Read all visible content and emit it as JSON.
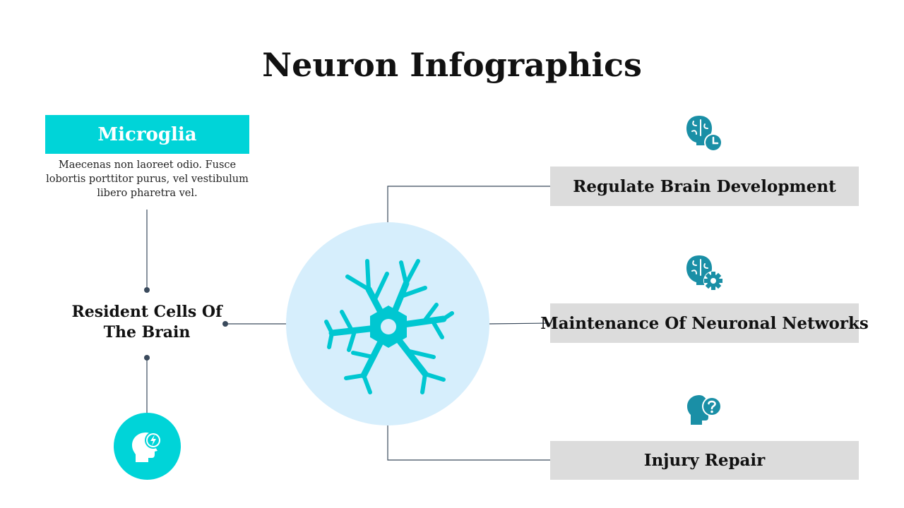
{
  "title": "Neuron Infographics",
  "left": {
    "box_label": "Microglia",
    "description": "Maecenas non laoreet odio. Fusce lobortis porttitor purus, vel vestibulum libero pharetra vel.",
    "resident_label": "Resident Cells Of The Brain",
    "icon": "head-lightning-icon"
  },
  "center": {
    "icon": "neuron-icon"
  },
  "right": {
    "items": [
      {
        "label": "Regulate Brain Development",
        "icon": "brain-clock-icon"
      },
      {
        "label": "Maintenance Of Neuronal Networks",
        "icon": "brain-gear-icon"
      },
      {
        "label": "Injury Repair",
        "icon": "head-question-icon"
      }
    ]
  },
  "colors": {
    "accent": "#00d4d8",
    "icon_teal": "#1a8fa6",
    "circle_bg": "#d6eefc",
    "box_gray": "#dcdcdc",
    "line": "#3a4a5c"
  }
}
